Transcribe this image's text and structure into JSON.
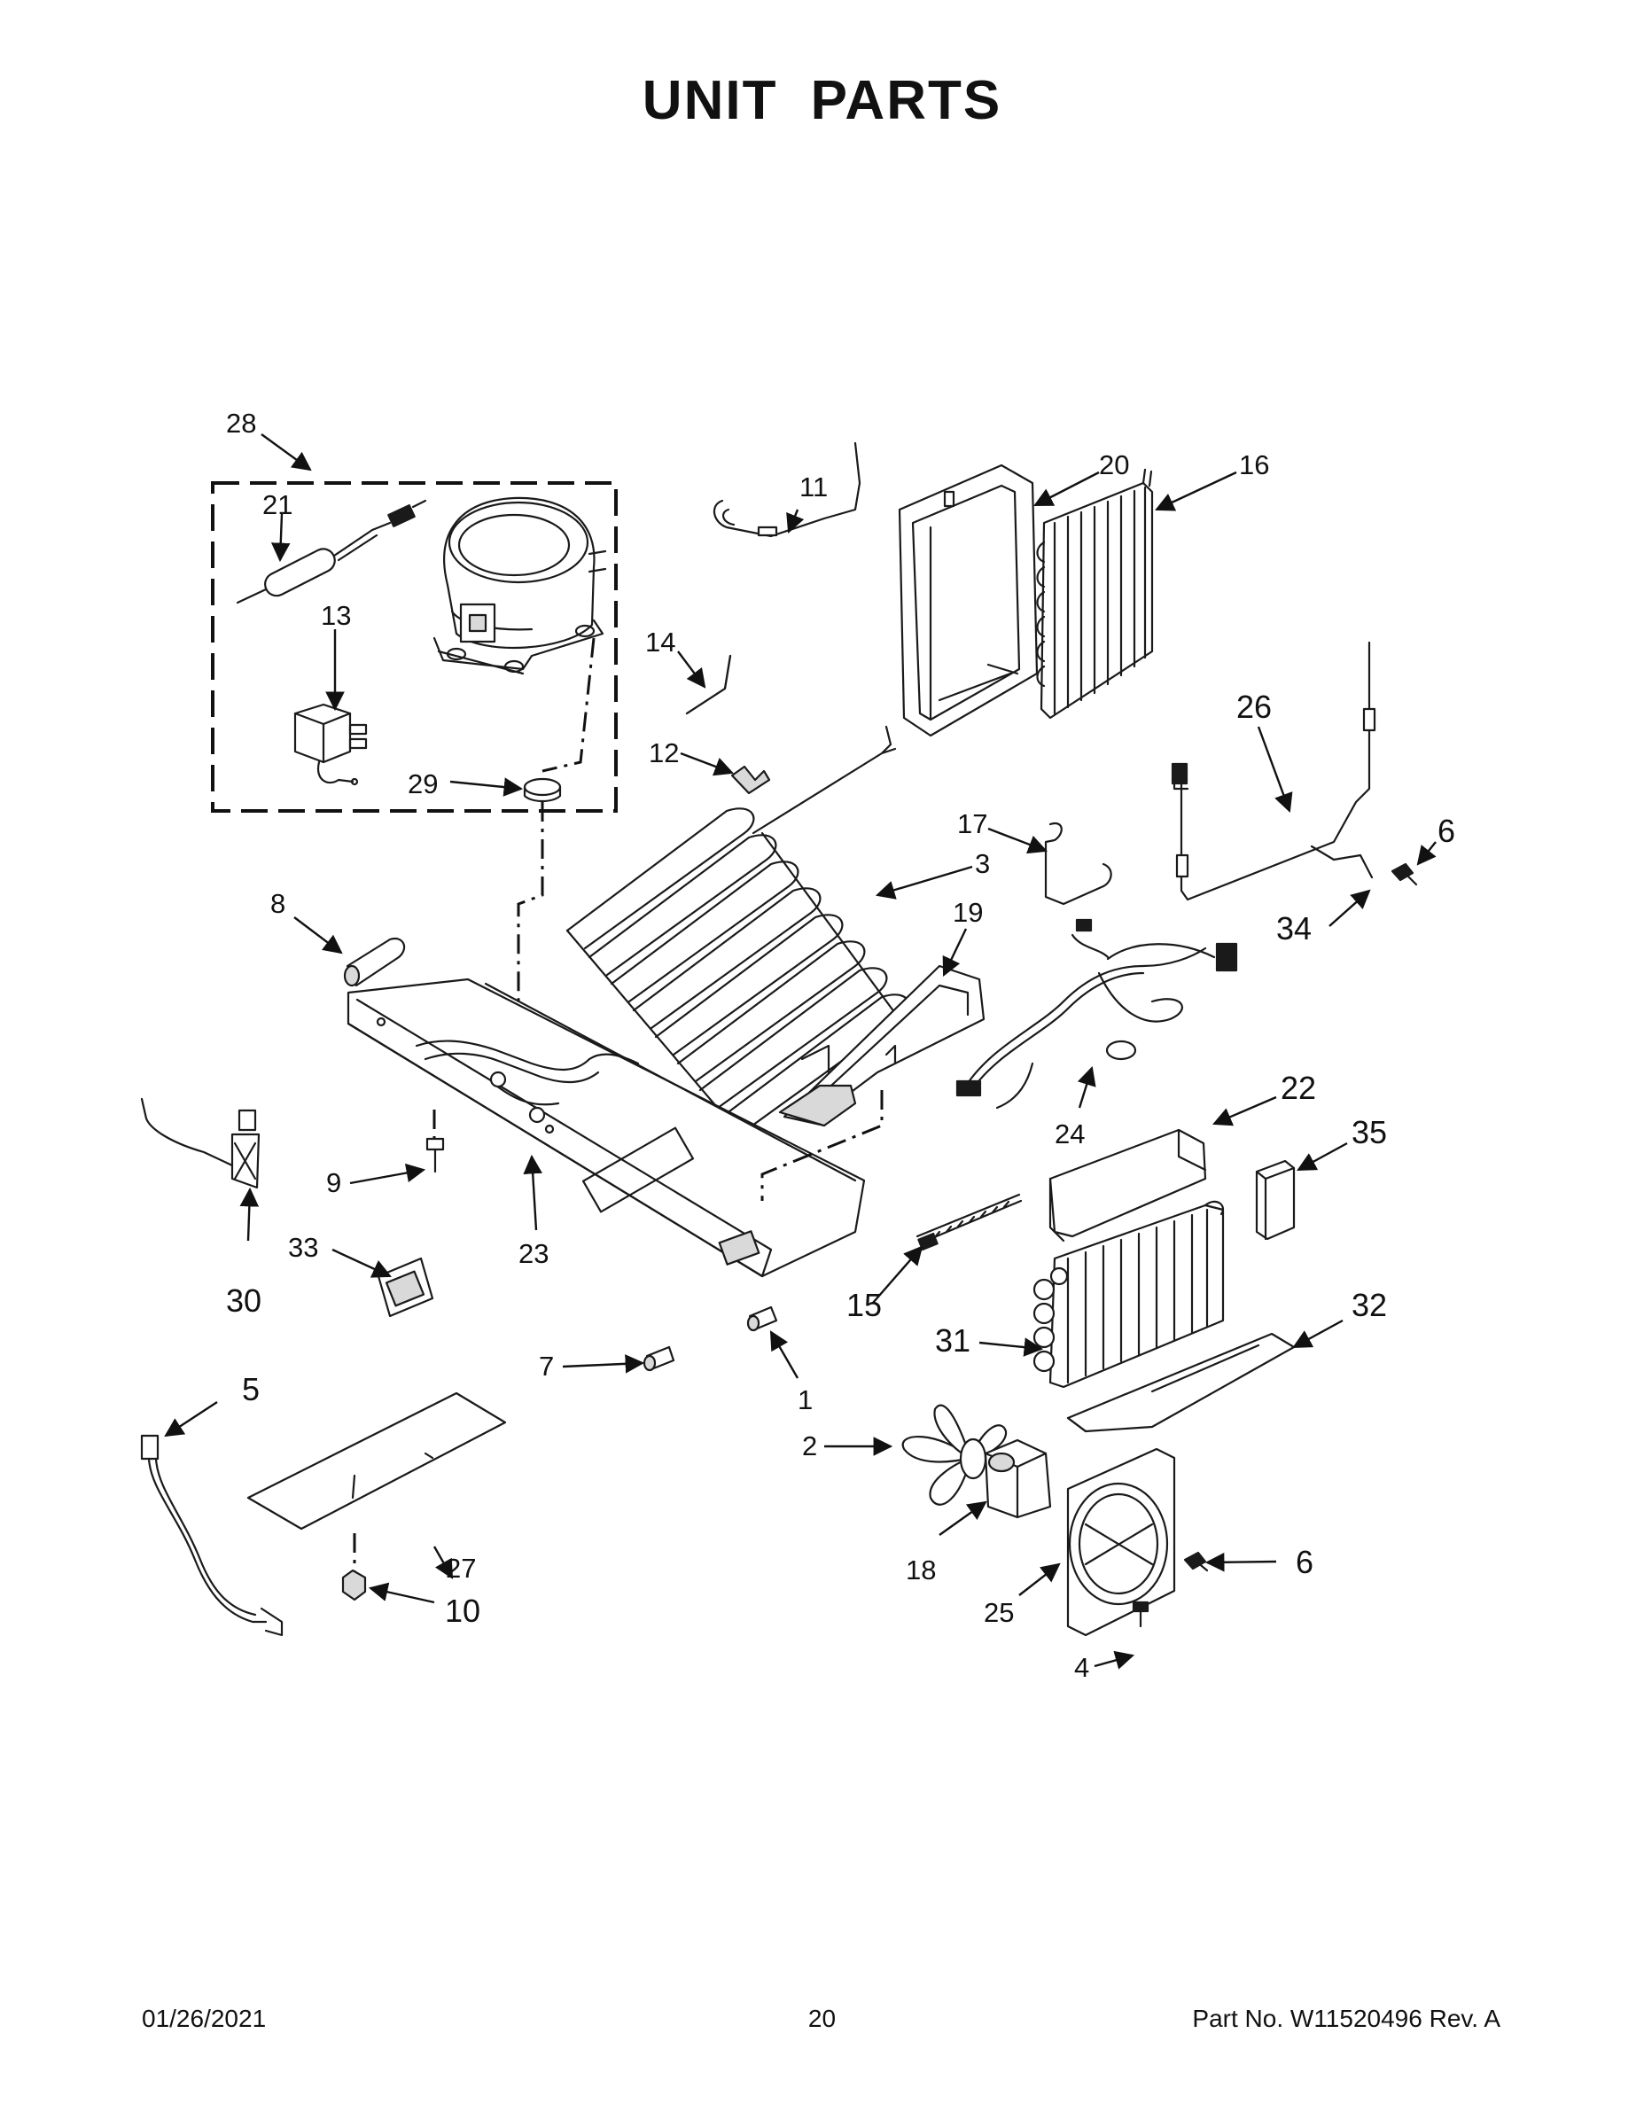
{
  "page": {
    "title": "UNIT  PARTS",
    "footer_date": "01/26/2021",
    "footer_page": "20",
    "footer_part": "Part No.  W11520496  Rev.  A"
  },
  "callouts": {
    "c1": "1",
    "c2": "2",
    "c3": "3",
    "c4": "4",
    "c5": "5",
    "c6a": "6",
    "c6b": "6",
    "c7": "7",
    "c8": "8",
    "c9": "9",
    "c10": "10",
    "c11": "11",
    "c12": "12",
    "c13": "13",
    "c14": "14",
    "c15": "15",
    "c16": "16",
    "c17": "17",
    "c18": "18",
    "c19": "19",
    "c20": "20",
    "c21": "21",
    "c22": "22",
    "c23": "23",
    "c24": "24",
    "c25": "25",
    "c26": "26",
    "c27": "27",
    "c28": "28",
    "c29": "29",
    "c30": "30",
    "c31": "31",
    "c32": "32",
    "c33": "33",
    "c34": "34",
    "c35": "35"
  }
}
